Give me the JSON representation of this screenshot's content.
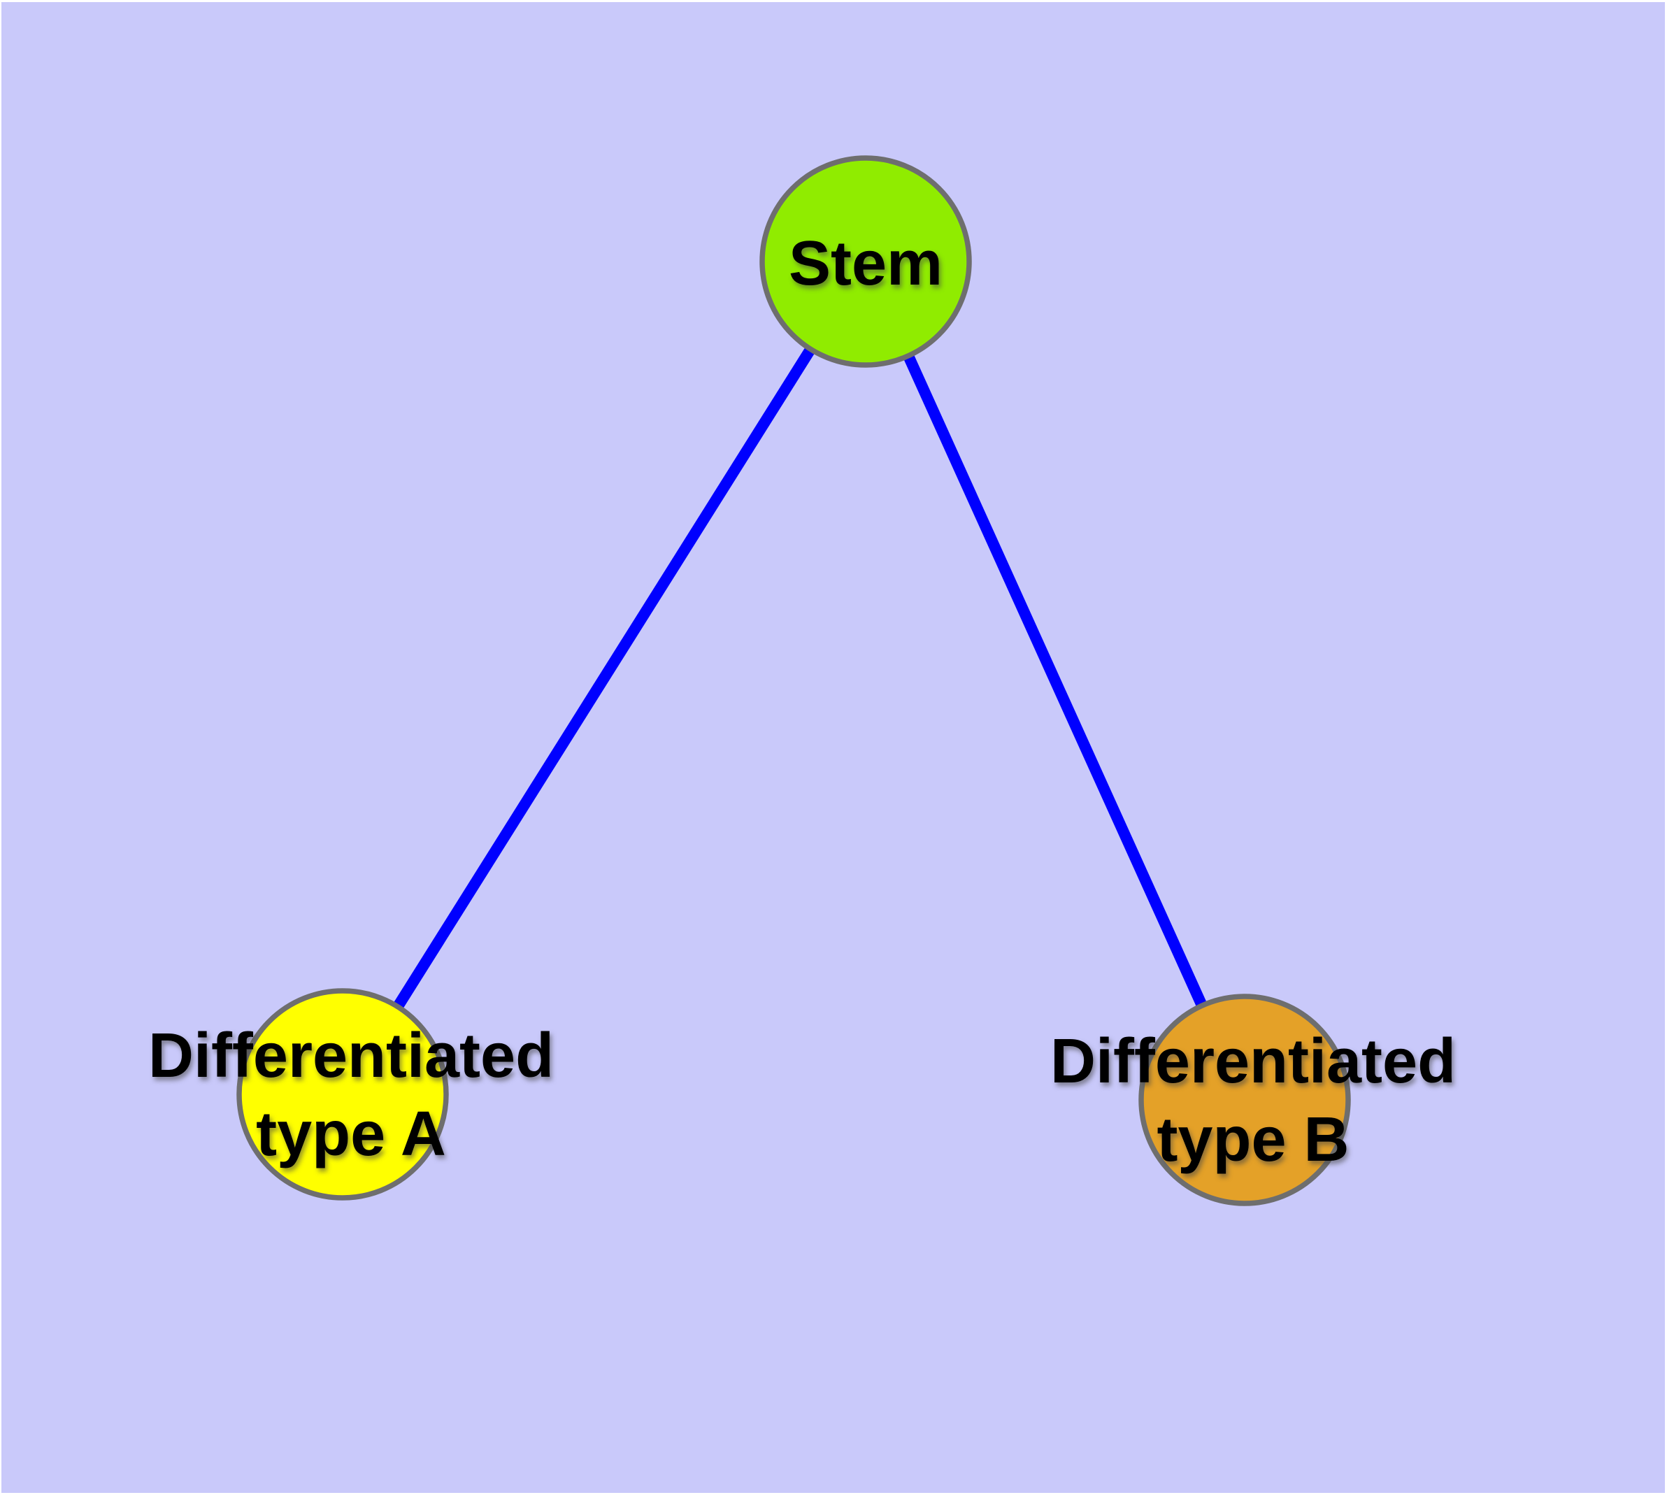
{
  "diagram": {
    "colors": {
      "background": "#c9c9fa",
      "edge": "#0000ff",
      "node_border": "#6e6e6e",
      "label_text": "#000000",
      "stem_fill": "#90ec00",
      "type_a_fill": "#ffff00",
      "type_b_fill": "#e4a128"
    },
    "nodes": [
      {
        "id": "stem",
        "label": "Stem",
        "lines": [
          "Stem"
        ],
        "color": "#90ec00"
      },
      {
        "id": "differentiated-type-a",
        "label": "Differentiated type A",
        "lines": [
          "Differentiated",
          "type A"
        ],
        "color": "#ffff00"
      },
      {
        "id": "differentiated-type-b",
        "label": "Differentiated type B",
        "lines": [
          "Differentiated",
          "type B"
        ],
        "color": "#e4a128"
      }
    ],
    "edges": [
      {
        "from": "Stem",
        "to": "Differentiated type A"
      },
      {
        "from": "Stem",
        "to": "Differentiated type B"
      }
    ]
  }
}
